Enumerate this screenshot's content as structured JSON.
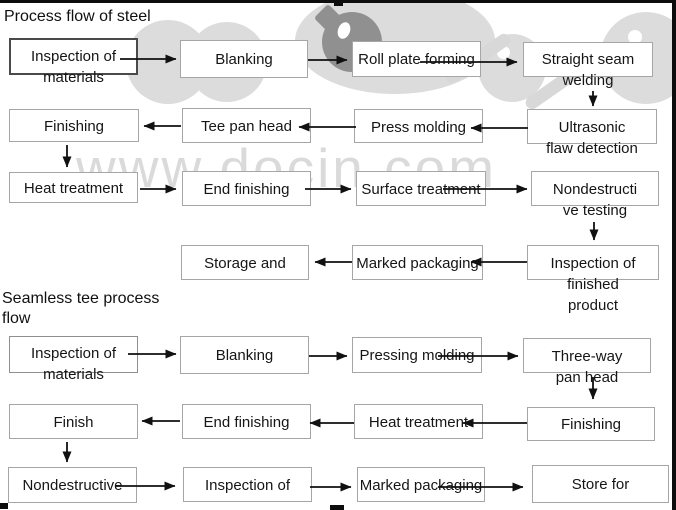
{
  "titles": {
    "section1": "Process flow of steel",
    "section2": "Seamless tee process\nflow"
  },
  "watermark": {
    "text": "www.docin.com"
  },
  "boxes": {
    "s1": {
      "materials_inspection": {
        "label": "Inspection of\nmaterials"
      },
      "blanking": {
        "label": "Blanking"
      },
      "roll_plate_forming": {
        "label": "Roll plate forming"
      },
      "straight_seam_welding": {
        "label": "Straight seam\nwelding"
      },
      "finishing": {
        "label": "Finishing"
      },
      "tee_pan_head": {
        "label": "Tee pan head"
      },
      "press_molding": {
        "label": "Press molding"
      },
      "ultrasonic_flaw_detection": {
        "label": "Ultrasonic\nflaw detection"
      },
      "heat_treatment": {
        "label": "Heat treatment"
      },
      "end_finishing": {
        "label": "End finishing"
      },
      "surface_treatment": {
        "label": "Surface treatment"
      },
      "nondestructive_testing": {
        "label": "Nondestructi\nve testing"
      },
      "storage": {
        "label": "Storage and"
      },
      "marked_packaging": {
        "label": "Marked packaging"
      },
      "finished_product_inspection": {
        "label": "Inspection of\nfinished\nproduct"
      }
    },
    "s2": {
      "materials_inspection": {
        "label": "Inspection of\nmaterials"
      },
      "blanking": {
        "label": "Blanking"
      },
      "pressing_molding": {
        "label": "Pressing molding"
      },
      "three_way_pan_head": {
        "label": "Three-way\npan head"
      },
      "finish": {
        "label": "Finish"
      },
      "end_finishing": {
        "label": "End finishing"
      },
      "heat_treatment": {
        "label": "Heat treatment"
      },
      "finishing": {
        "label": "Finishing"
      },
      "nondestructive": {
        "label": "Nondestructive"
      },
      "inspection_of": {
        "label": "Inspection of"
      },
      "marked_packaging": {
        "label": "Marked packaging"
      },
      "store_for": {
        "label": "Store for"
      }
    }
  }
}
